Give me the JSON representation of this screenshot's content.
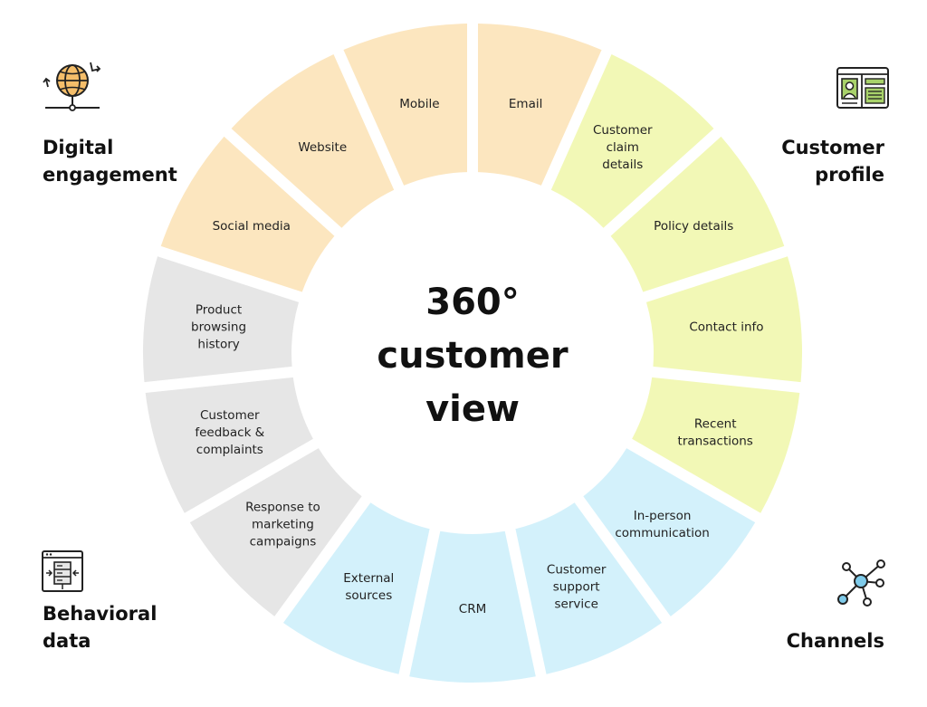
{
  "center": {
    "lines": [
      "360°",
      "customer",
      "view"
    ]
  },
  "colors": {
    "digital": "#FCE6BF",
    "profile": "#F2F8B6",
    "channels": "#D3F1FB",
    "behavioral": "#E6E6E6",
    "icon_orange": "#F5BE6A",
    "icon_green": "#A8D26A",
    "icon_blue": "#7FCBEA"
  },
  "groups": {
    "digital": {
      "line1": "Digital",
      "line2": "engagement",
      "icon": "globe-network-icon"
    },
    "profile": {
      "line1": "Customer",
      "line2": "profile",
      "icon": "id-card-icon"
    },
    "behavioral": {
      "line1": "Behavioral",
      "line2": "data",
      "icon": "server-data-icon"
    },
    "channels": {
      "line1": "Channels",
      "icon": "network-nodes-icon"
    }
  },
  "segments": [
    {
      "group": "digital",
      "label": [
        "Email"
      ]
    },
    {
      "group": "profile",
      "label": [
        "Customer",
        "claim",
        "details"
      ]
    },
    {
      "group": "profile",
      "label": [
        "Policy details"
      ]
    },
    {
      "group": "profile",
      "label": [
        "Contact info"
      ]
    },
    {
      "group": "profile",
      "label": [
        "Recent",
        "transactions"
      ]
    },
    {
      "group": "channels",
      "label": [
        "In-person",
        "communication"
      ]
    },
    {
      "group": "channels",
      "label": [
        "Customer",
        "support",
        "service"
      ]
    },
    {
      "group": "channels",
      "label": [
        "CRM"
      ]
    },
    {
      "group": "channels",
      "label": [
        "External",
        "sources"
      ]
    },
    {
      "group": "behavioral",
      "label": [
        "Response to",
        "marketing",
        "campaigns"
      ]
    },
    {
      "group": "behavioral",
      "label": [
        "Customer",
        "feedback &",
        "complaints"
      ]
    },
    {
      "group": "behavioral",
      "label": [
        "Product",
        "browsing",
        "history"
      ]
    },
    {
      "group": "digital",
      "label": [
        "Social media"
      ]
    },
    {
      "group": "digital",
      "label": [
        "Website"
      ]
    },
    {
      "group": "digital",
      "label": [
        "Mobile"
      ]
    }
  ]
}
